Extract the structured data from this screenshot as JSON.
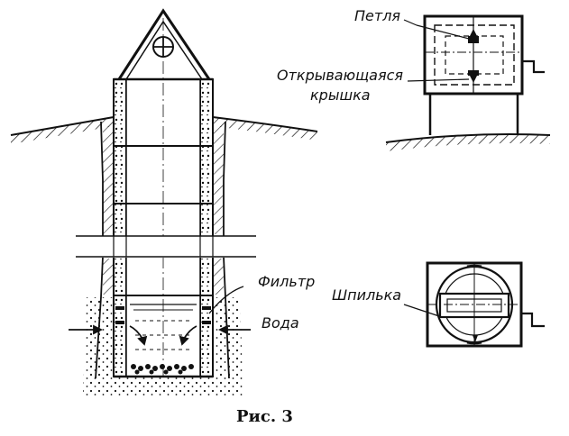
{
  "labels": {
    "hinge": "Петля",
    "opening_lid_line1": "Открывающаяся",
    "opening_lid_line2": "крышка",
    "filter": "Фильтр",
    "water": "Вода",
    "pin": "Шпилька"
  },
  "caption": "Рис. 3",
  "colors": {
    "ink": "#111111",
    "background": "#ffffff"
  }
}
